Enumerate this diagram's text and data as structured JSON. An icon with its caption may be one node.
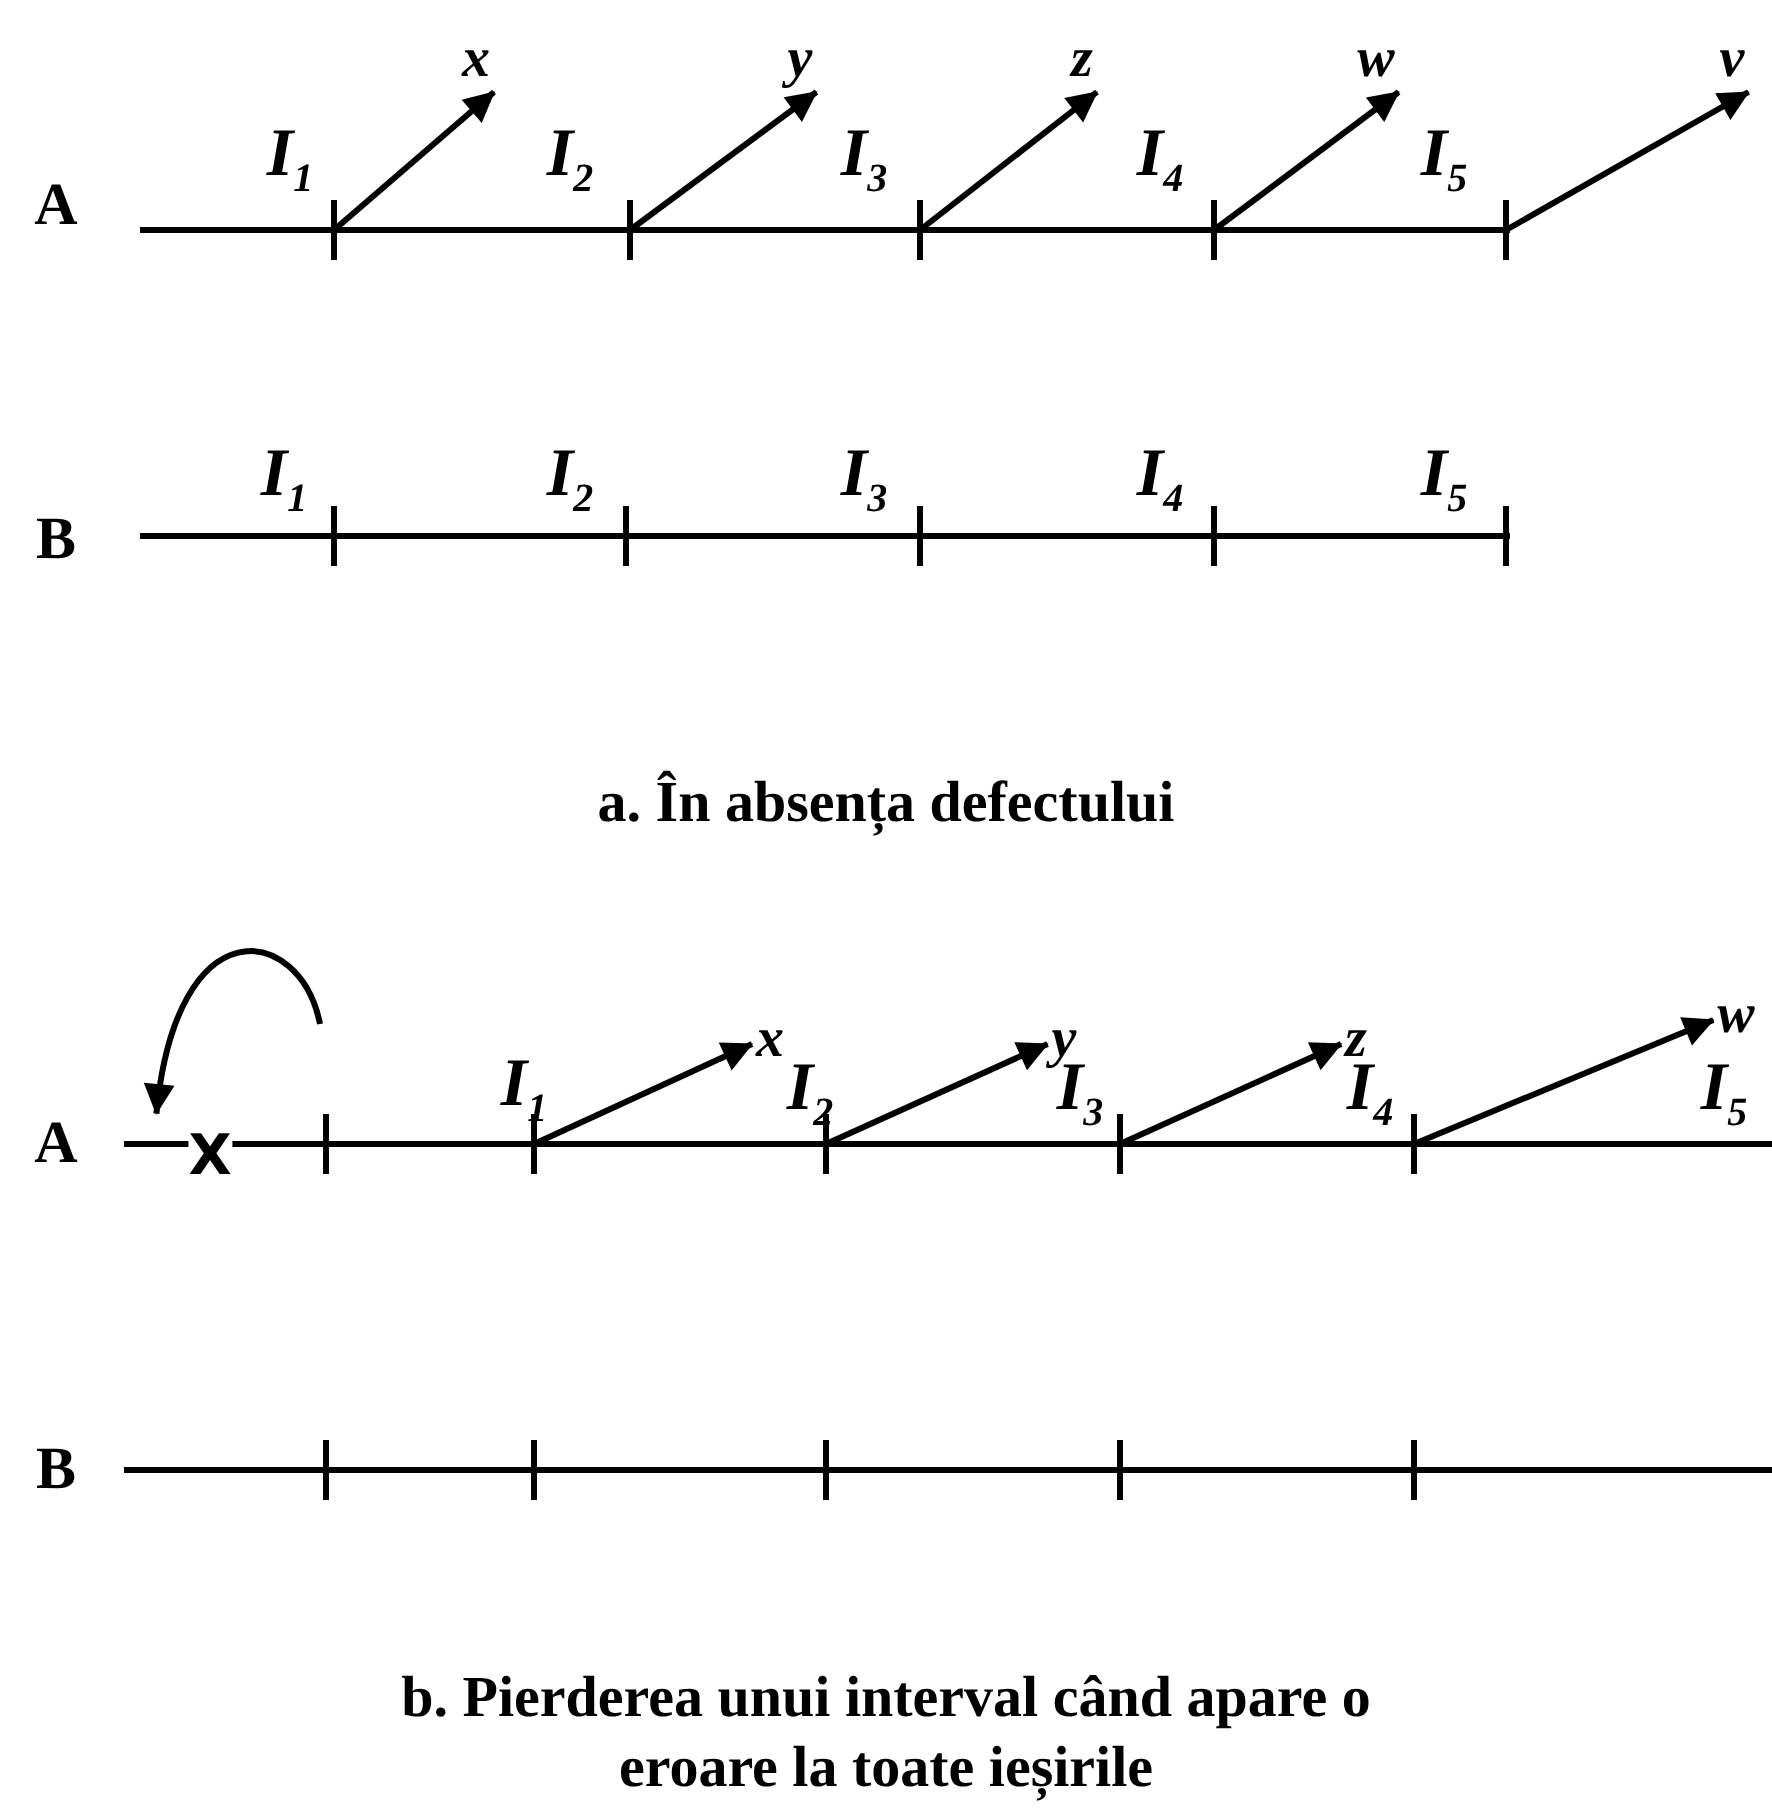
{
  "diagram": {
    "nodes": [
      {
        "text": [
          "x"
        ]
      },
      {
        "text": [
          "y"
        ]
      },
      {
        "text": [
          "z"
        ]
      },
      {
        "text": [
          "w"
        ]
      },
      {
        "text": [
          "v"
        ]
      },
      {
        "text": [
          "X"
        ]
      },
      {
        "text": [
          "x"
        ]
      },
      {
        "text": [
          "y"
        ]
      },
      {
        "text": [
          "z"
        ]
      },
      {
        "text": [
          "w"
        ]
      }
    ],
    "edges": [
      {
        "from": null,
        "to": 0,
        "arrow": "to"
      },
      {
        "from": null,
        "to": 1,
        "arrow": "to"
      },
      {
        "from": null,
        "to": 2,
        "arrow": "to"
      },
      {
        "from": null,
        "to": 3,
        "arrow": "to"
      },
      {
        "from": null,
        "to": 4,
        "arrow": "to"
      },
      {
        "from": null,
        "to": 5,
        "arrow": "to"
      },
      {
        "from": null,
        "to": 6,
        "arrow": "to"
      },
      {
        "from": null,
        "to": 7,
        "arrow": "to"
      },
      {
        "from": null,
        "to": 8,
        "arrow": "to"
      },
      {
        "from": null,
        "to": 9,
        "arrow": "to"
      }
    ],
    "labels": [
      "A",
      "I$_{1}$",
      "I$_{2}$",
      "I$_{3}$",
      "I$_{4}$",
      "I$_{5}$",
      "B",
      "I$_{1}$",
      "I$_{2}$",
      "I$_{3}$",
      "I$_{4}$",
      "I$_{5}$",
      "a. În absența defectului",
      "A",
      "I$_{1}$",
      "I$_{2}$",
      "I$_{3}$",
      "I$_{4}$",
      "I$_{5}$",
      "B",
      "b. Pierderea unui interval când apare o eroare la toate ieșirile"
    ]
  }
}
